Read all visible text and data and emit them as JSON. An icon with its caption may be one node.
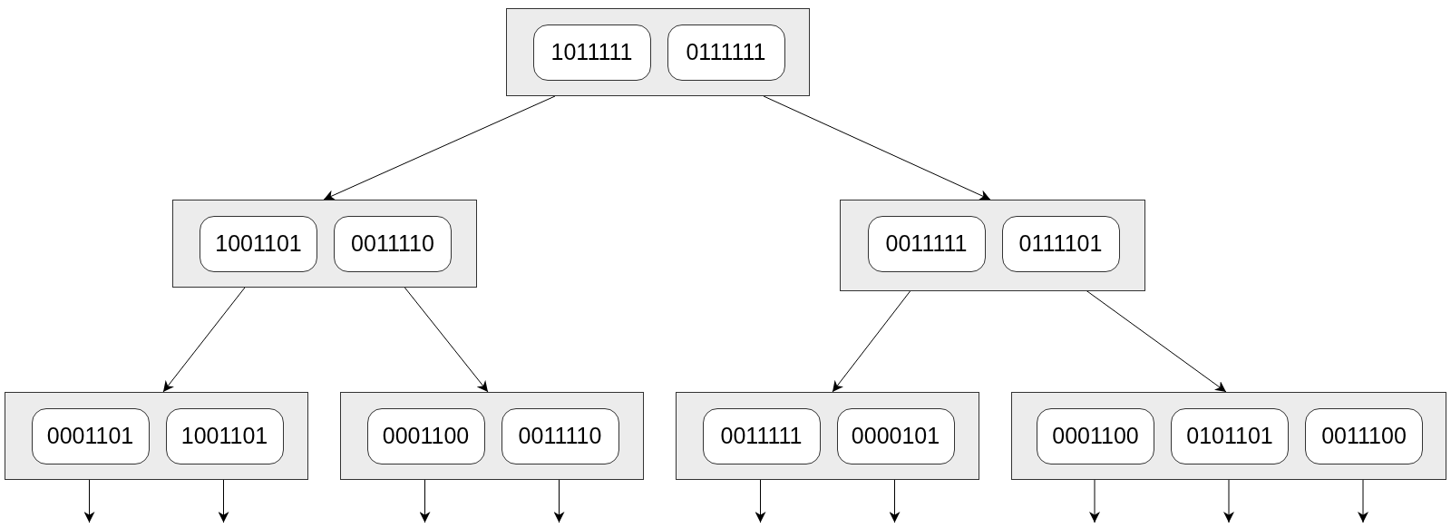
{
  "diagram": {
    "nodes": [
      {
        "text": [],
        "shape": "box"
      },
      {
        "text": [
          "1011111"
        ],
        "in": 0
      },
      {
        "text": [
          "0111111"
        ],
        "in": 0
      },
      {
        "text": [],
        "shape": "box"
      },
      {
        "text": [
          "1001101"
        ],
        "in": 3
      },
      {
        "text": [
          "0011110"
        ],
        "in": 3
      },
      {
        "text": [],
        "shape": "box"
      },
      {
        "text": [
          "0011111"
        ],
        "in": 6
      },
      {
        "text": [
          "0111101"
        ],
        "in": 6
      },
      {
        "text": [],
        "shape": "box"
      },
      {
        "text": [
          "0001101"
        ],
        "in": 9
      },
      {
        "text": [
          "1001101"
        ],
        "in": 9
      },
      {
        "text": [],
        "shape": "box"
      },
      {
        "text": [
          "0001100"
        ],
        "in": 12
      },
      {
        "text": [
          "0011110"
        ],
        "in": 12
      },
      {
        "text": [],
        "shape": "box"
      },
      {
        "text": [
          "0011111"
        ],
        "in": 15
      },
      {
        "text": [
          "0000101"
        ],
        "in": 15
      },
      {
        "text": [],
        "shape": "box"
      },
      {
        "text": [
          "0001100"
        ],
        "in": 18
      },
      {
        "text": [
          "0101101"
        ],
        "in": 18
      },
      {
        "text": [
          "0011100"
        ],
        "in": 18
      }
    ],
    "edges": [
      {
        "from": 0,
        "to": 3,
        "arrow": "to"
      },
      {
        "from": 0,
        "to": 6,
        "arrow": "to"
      },
      {
        "from": 4,
        "to": 9,
        "arrow": "to"
      },
      {
        "from": 5,
        "to": 12,
        "arrow": "to"
      },
      {
        "from": 7,
        "to": 15,
        "arrow": "to"
      },
      {
        "from": 8,
        "to": 18,
        "arrow": "to"
      },
      {
        "from": 10,
        "to": null,
        "arrow": "to"
      },
      {
        "from": 11,
        "to": null,
        "arrow": "to"
      },
      {
        "from": 13,
        "to": null,
        "arrow": "to"
      },
      {
        "from": 14,
        "to": null,
        "arrow": "to"
      },
      {
        "from": 16,
        "to": null,
        "arrow": "to"
      },
      {
        "from": 17,
        "to": null,
        "arrow": "to"
      },
      {
        "from": 19,
        "to": null,
        "arrow": "to"
      },
      {
        "from": 20,
        "to": null,
        "arrow": "to"
      },
      {
        "from": 21,
        "to": null,
        "arrow": "to"
      }
    ]
  }
}
